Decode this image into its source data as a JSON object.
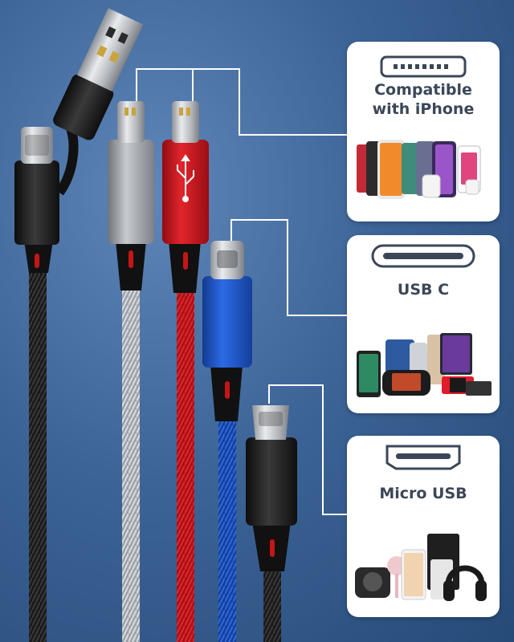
{
  "cards": [
    {
      "title_line1": "Compatible",
      "title_line2": "with iPhone",
      "port_icon": "lightning-port-icon",
      "devices_icon": "apple-devices-icon"
    },
    {
      "title_line1": "USB C",
      "port_icon": "usb-c-port-icon",
      "devices_icon": "usb-c-devices-icon"
    },
    {
      "title_line1": "Micro USB",
      "port_icon": "micro-usb-port-icon",
      "devices_icon": "micro-usb-devices-icon"
    }
  ],
  "colors": {
    "background": "#3d6497",
    "card_text": "#3b4758",
    "cable_black": "#1b1b1b",
    "cable_silver": "#b9bcc2",
    "cable_red": "#c8141c",
    "cable_blue": "#1d55c8"
  }
}
